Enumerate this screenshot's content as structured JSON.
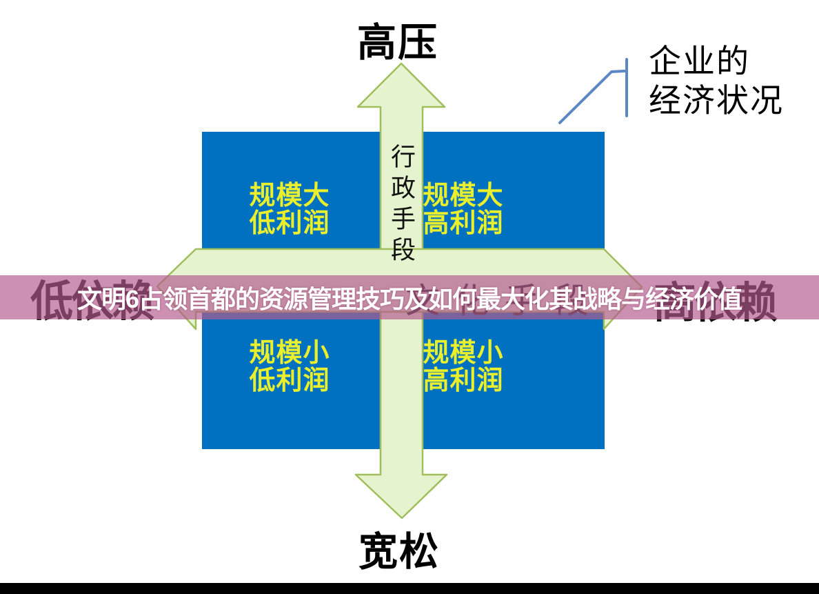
{
  "title_banner": {
    "text": "文明6占领首都的资源管理技巧及如何最大化其战略与经济价值"
  },
  "axis": {
    "top": "高压",
    "bottom": "宽松",
    "left": "低依赖",
    "right": "高依赖",
    "vertical_label": "行政手段",
    "horizontal_label": "文化手段"
  },
  "quadrants": {
    "top_left": [
      "规模大",
      "低利润"
    ],
    "top_right": [
      "规模大",
      "高利润"
    ],
    "bottom_left": [
      "规模小",
      "低利润"
    ],
    "bottom_right": [
      "规模小",
      "高利润"
    ]
  },
  "callout": {
    "line1": "企业的",
    "line2": "经济状况"
  },
  "colors": {
    "box-blue": "#0070C0",
    "quad-yellow": "#E9EF2D",
    "arrow-fill": "#E6F3CF",
    "arrow-border": "#9FBE5C",
    "banner-bg": "rgba(180,91,143,0.68)",
    "banner-text": "#FFFFFF",
    "callout-line": "#5B87C5",
    "footer-bar": "#000000"
  }
}
